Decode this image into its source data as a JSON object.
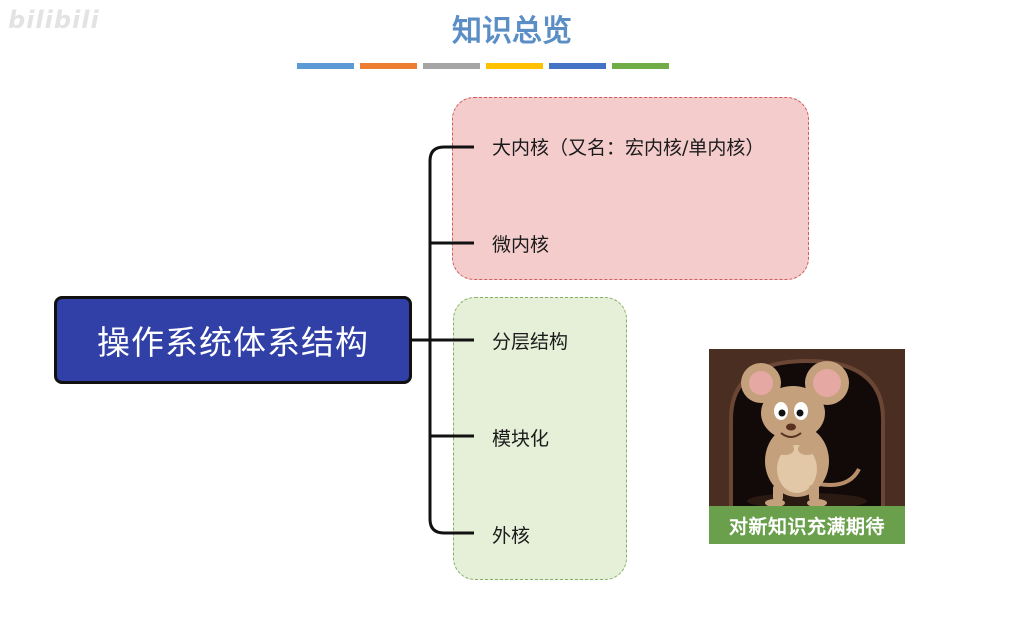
{
  "watermark": "bilibili",
  "title": "知识总览",
  "color_bars": [
    "#5b9bd5",
    "#ed7d31",
    "#a5a5a5",
    "#ffc000",
    "#4472c4",
    "#70ad47"
  ],
  "root": {
    "label": "操作系统体系结构"
  },
  "groups": {
    "red": {
      "fill": "#f4cccc",
      "items": [
        "大内核（又名：宏内核/单内核）",
        "微内核"
      ]
    },
    "green": {
      "fill": "#e6efd8",
      "items": [
        "分层结构",
        "模块化",
        "外核"
      ]
    }
  },
  "meme": {
    "caption": "对新知识充满期待",
    "caption_bg": "#6aa04b"
  }
}
